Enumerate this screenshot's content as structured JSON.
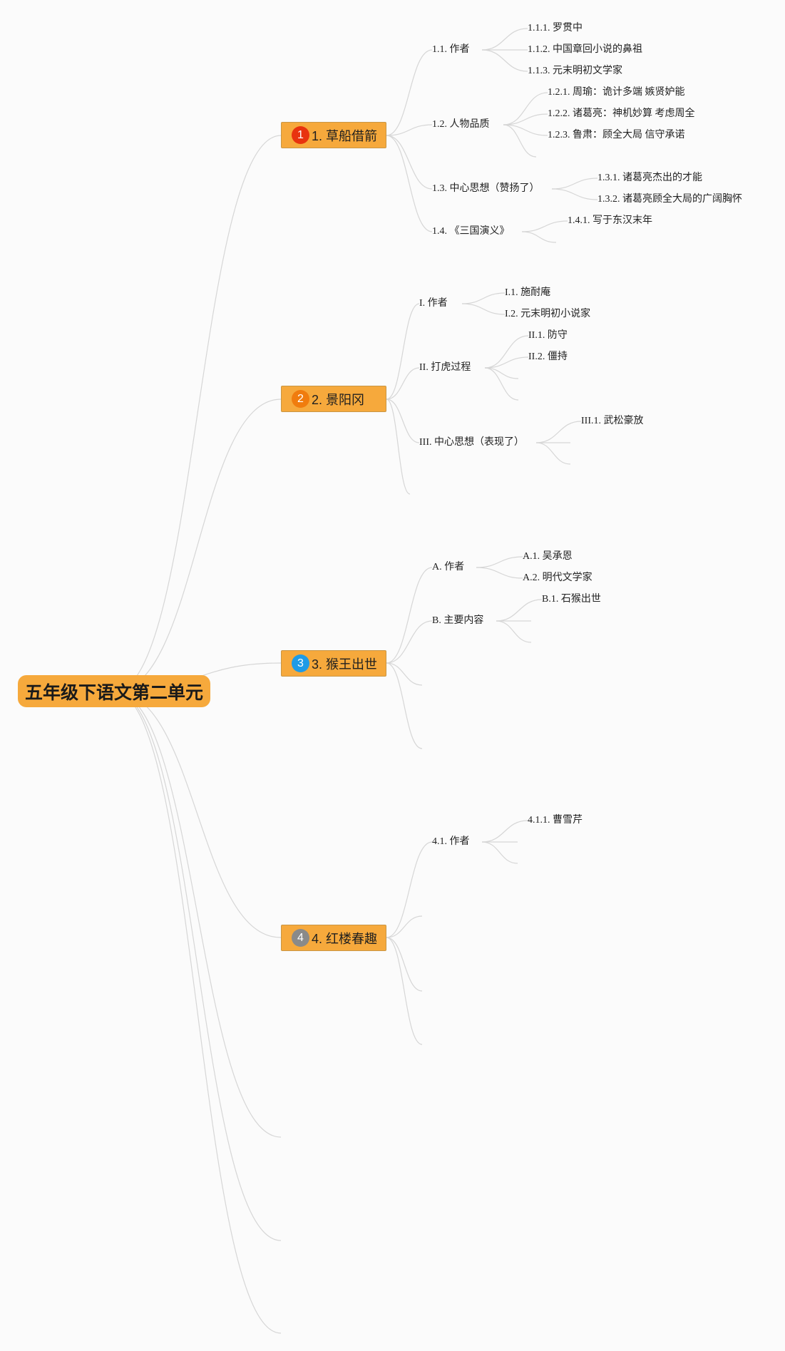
{
  "root": {
    "title": "五年级下语文第二单元"
  },
  "topics": [
    {
      "badge": "1",
      "badge_color": "#e8330f",
      "label": "1. 草船借箭"
    },
    {
      "badge": "2",
      "badge_color": "#f07c0e",
      "label": "2. 景阳冈"
    },
    {
      "badge": "3",
      "badge_color": "#1e9be6",
      "label": "3. 猴王出世"
    },
    {
      "badge": "4",
      "badge_color": "#8a8a8a",
      "label": "4. 红楼春趣"
    }
  ],
  "subtopics": {
    "t1_author": "1.1. 作者",
    "t1_author_1": "1.1.1. 罗贯中",
    "t1_author_2": "1.1.2. 中国章回小说的鼻祖",
    "t1_author_3": "1.1.3. 元末明初文学家",
    "t1_character": "1.2. 人物品质",
    "t1_character_1": "1.2.1. 周瑜：诡计多端 嫉贤妒能",
    "t1_character_2": "1.2.2. 诸葛亮：神机妙算 考虑周全",
    "t1_character_3": "1.2.3. 鲁肃：顾全大局 信守承诺",
    "t1_theme": "1.3. 中心思想（赞扬了）",
    "t1_theme_1": "1.3.1. 诸葛亮杰出的才能",
    "t1_theme_2": "1.3.2. 诸葛亮顾全大局的广阔胸怀",
    "t1_book": "1.4. 《三国演义》",
    "t1_book_1": "1.4.1. 写于东汉末年",
    "t2_author": "I. 作者",
    "t2_author_1": "I.1. 施耐庵",
    "t2_author_2": "I.2. 元末明初小说家",
    "t2_process": "II. 打虎过程",
    "t2_process_1": "II.1. 防守",
    "t2_process_2": "II.2. 僵持",
    "t2_theme": "III. 中心思想（表现了）",
    "t2_theme_1": "III.1. 武松豪放",
    "t3_author": "A. 作者",
    "t3_author_1": "A.1. 吴承恩",
    "t3_author_2": "A.2. 明代文学家",
    "t3_content": "B. 主要内容",
    "t3_content_1": "B.1. 石猴出世",
    "t4_author": "4.1. 作者",
    "t4_author_1": "4.1.1. 曹雪芹"
  }
}
